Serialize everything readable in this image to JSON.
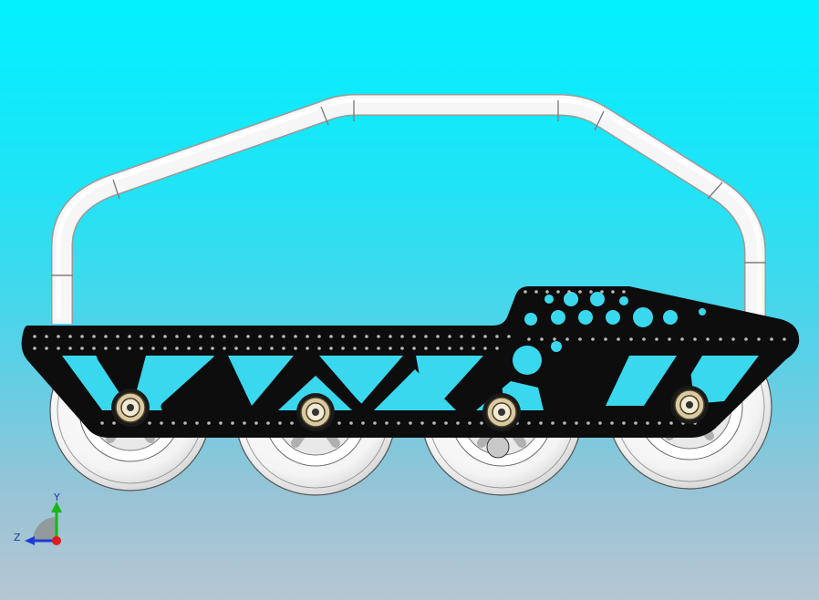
{
  "viewport": {
    "background_top": "#00f0ff",
    "background_bottom": "#b6c6d3"
  },
  "model": {
    "roll_cage_color": "#f4f4f4",
    "chassis_color": "#0d0d0d",
    "wheel_color": "#ffffff",
    "wheel_count": 4
  },
  "triad": {
    "y_label": "Y",
    "z_label": "Z",
    "y_color": "#1bb51b",
    "z_color": "#1f3ad8",
    "x_color": "#e01b1b"
  }
}
